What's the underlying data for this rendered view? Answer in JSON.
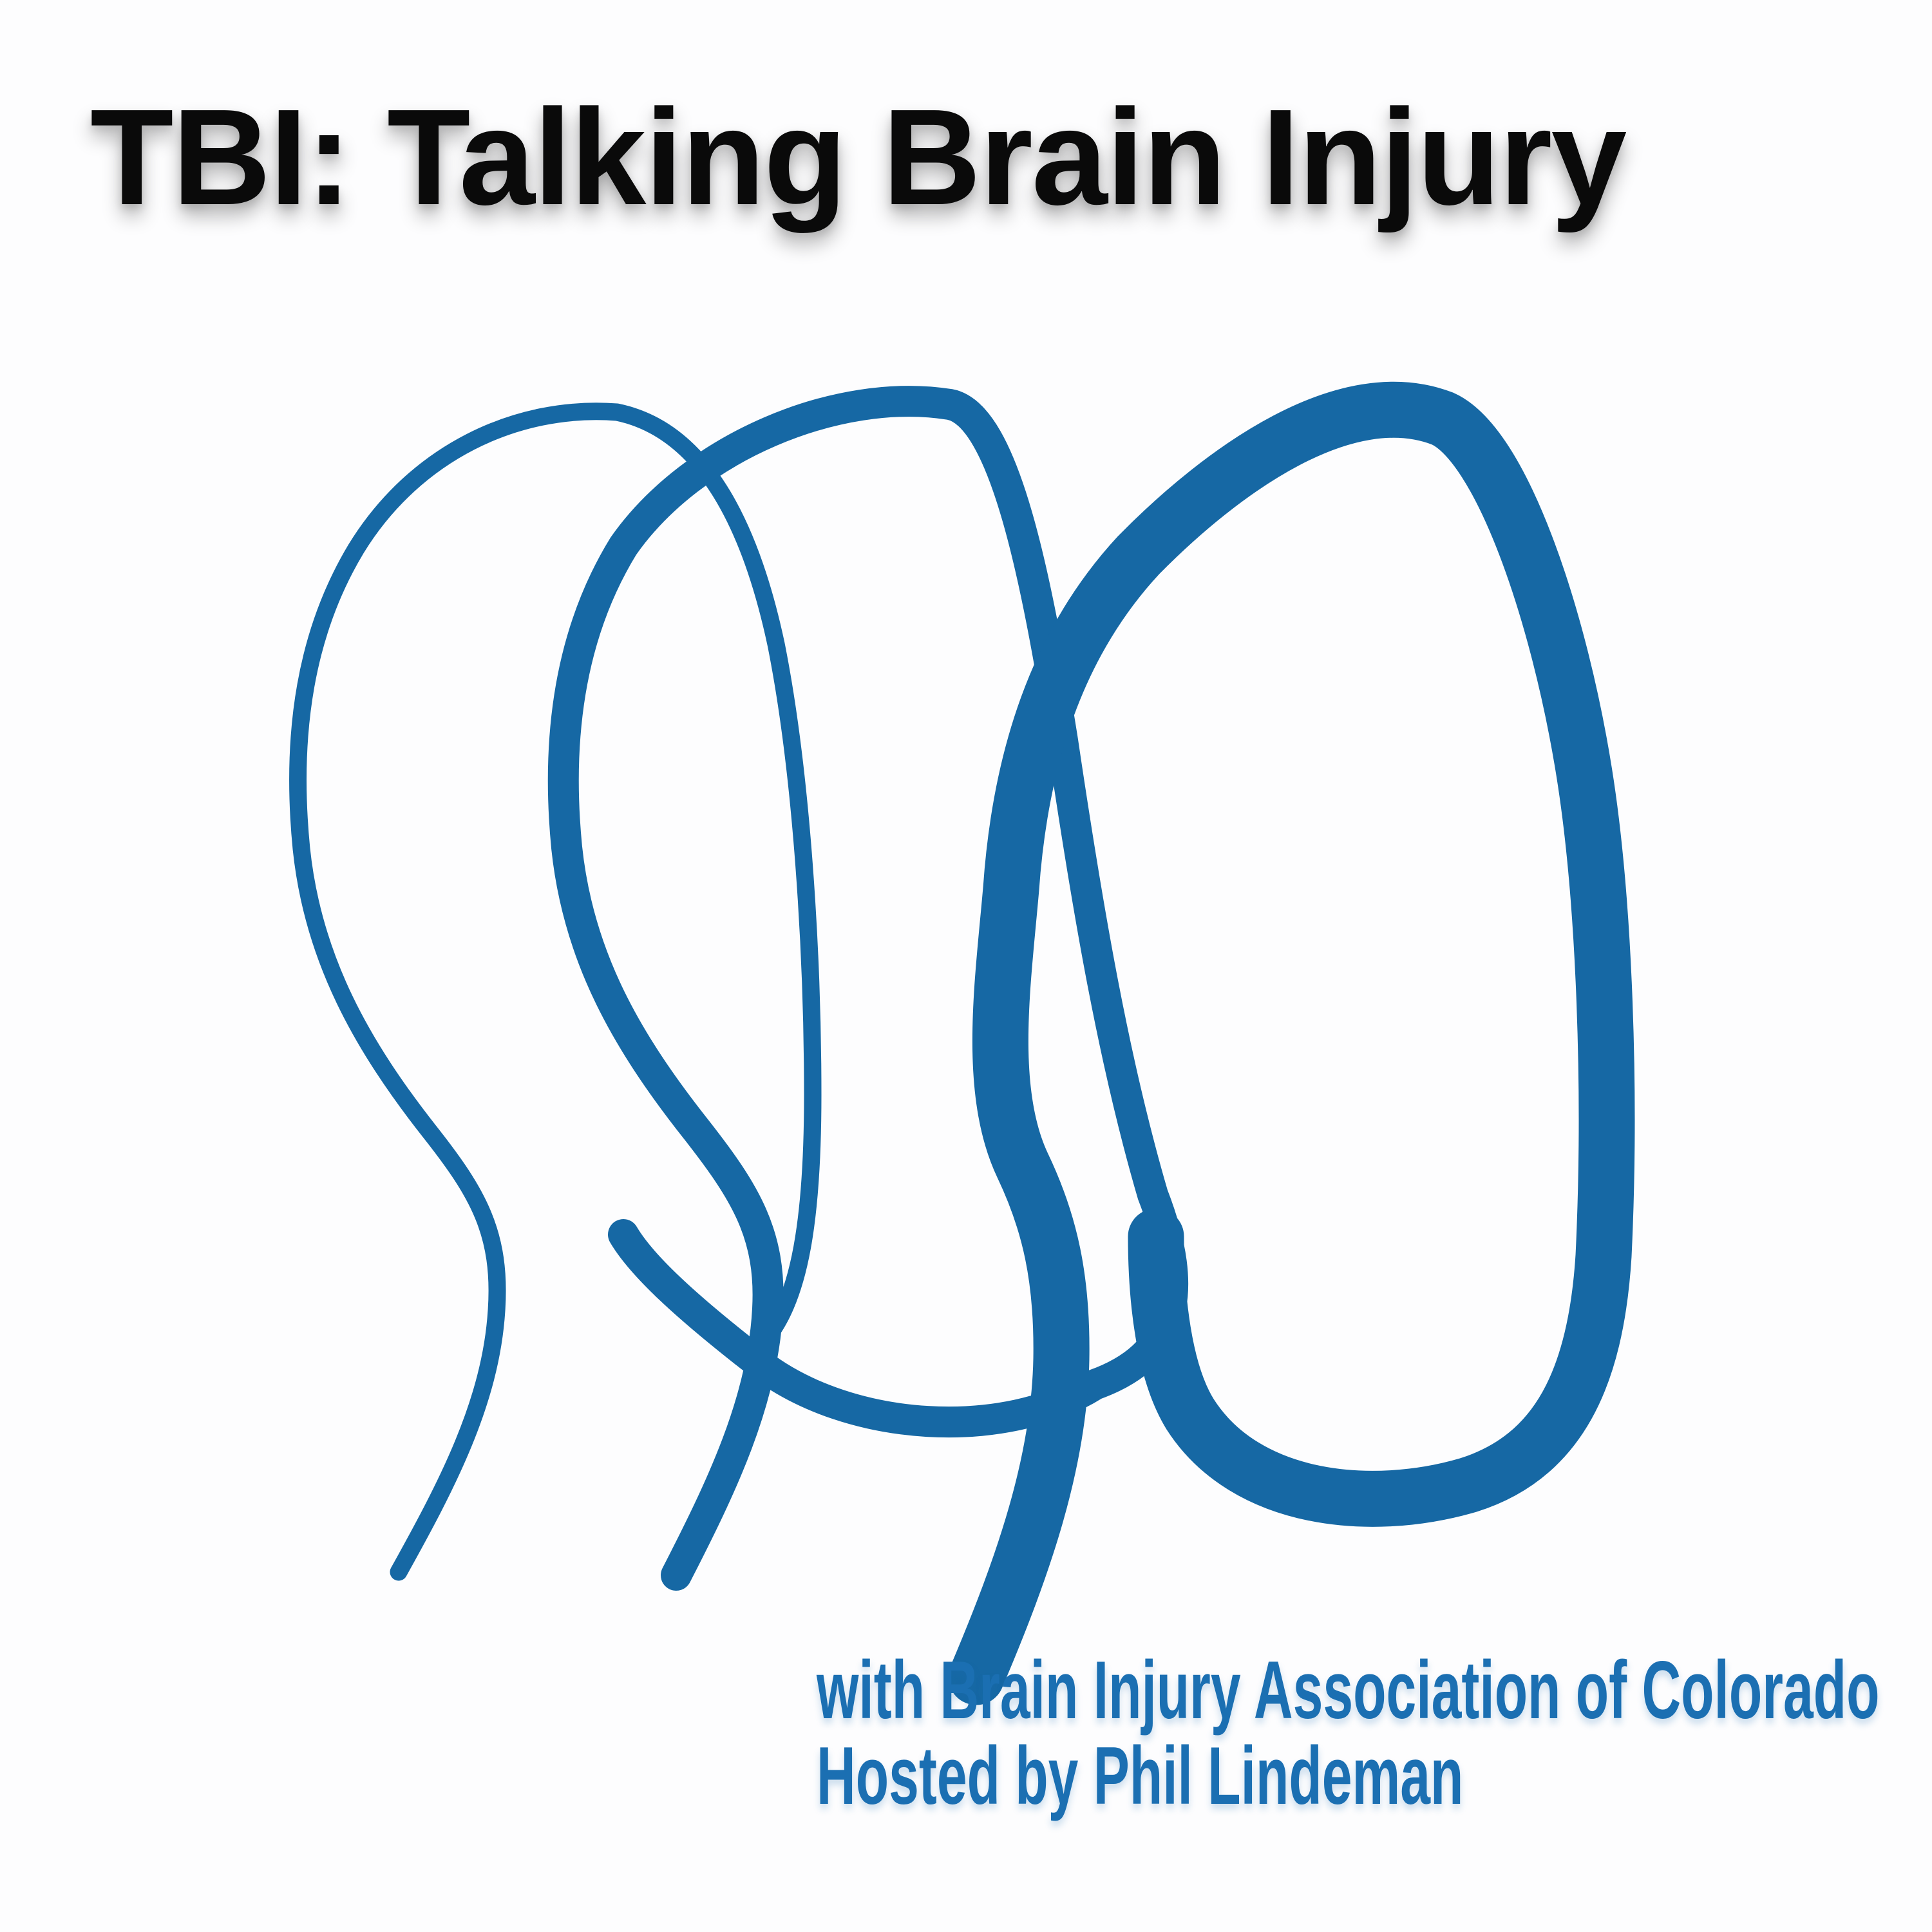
{
  "title": "TBI: Talking Brain Injury",
  "subtitle": {
    "line1": "with Brain Injury Association of Colorado",
    "line2": "Hosted by Phil Lindeman"
  },
  "artwork": {
    "name": "three-overlapping-head-profiles",
    "description": "Line-art of three overlapping human head profile outlines drawn as continuous pen strokes, stroke weight increasing from left to right",
    "heads": [
      {
        "label": "left-head-thin-outline",
        "stroke_width": 27
      },
      {
        "label": "middle-head-medium-outline",
        "stroke_width": 48
      },
      {
        "label": "right-head-thick-outline",
        "stroke_width": 87
      }
    ]
  },
  "colors": {
    "accent_blue": "#1668A4",
    "text_blue": "#1B6FB2",
    "title_black": "#0A0A0A",
    "background": "#FDFDFE"
  }
}
